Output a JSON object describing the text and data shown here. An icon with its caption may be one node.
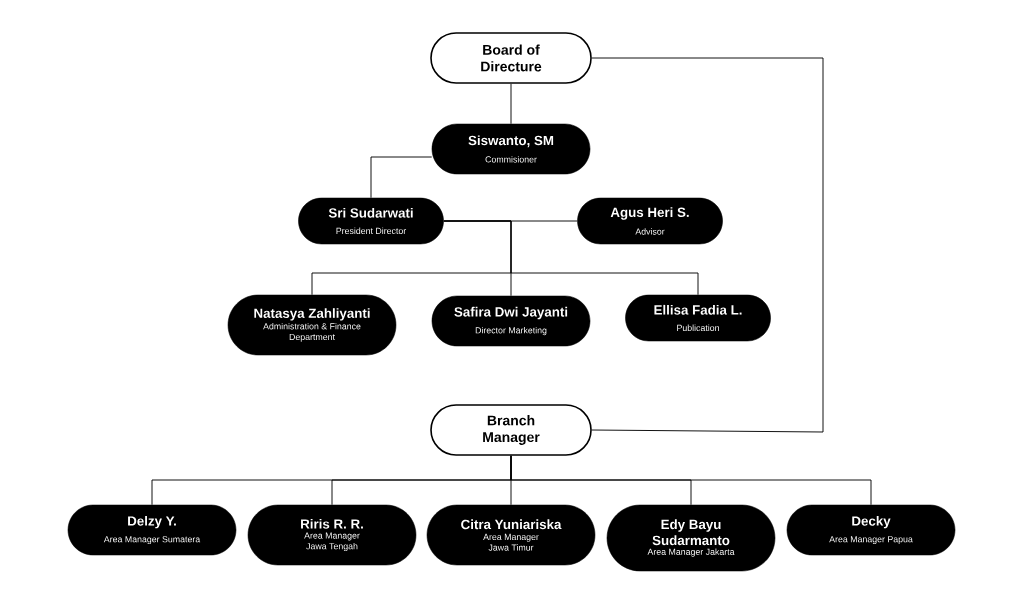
{
  "diagram": {
    "nodes": [
      {
        "text": [
          "Board of Directure"
        ]
      },
      {
        "text": [
          "Siswanto, SM",
          "Commisioner"
        ]
      },
      {
        "text": [
          "Sri Sudarwati",
          "President Director"
        ]
      },
      {
        "text": [
          "Agus Heri S.",
          "Advisor"
        ]
      },
      {
        "text": [
          "Natasya Zahliyanti",
          "Administration & Finance Department"
        ]
      },
      {
        "text": [
          "Safira Dwi Jayanti",
          "Director Marketing"
        ]
      },
      {
        "text": [
          "Ellisa Fadia L.",
          "Publication"
        ]
      },
      {
        "text": [
          "Branch Manager"
        ]
      },
      {
        "text": [
          "Delzy Y.",
          "Area Manager Sumatera"
        ]
      },
      {
        "text": [
          "Riris R. R.",
          "Area Manager Jawa Tengah"
        ]
      },
      {
        "text": [
          "Citra Yuniariska",
          "Area Manager Jawa Timur"
        ]
      },
      {
        "text": [
          "Edy Bayu Sudarmanto",
          "Area Manager Jakarta"
        ]
      },
      {
        "text": [
          "Decky",
          "Area Manager Papua"
        ]
      }
    ],
    "edges": [
      {
        "from": 0,
        "to": 1,
        "arrow": "none"
      },
      {
        "from": 1,
        "to": 2,
        "arrow": "none"
      },
      {
        "from": 2,
        "to": 3,
        "arrow": "none"
      },
      {
        "from": 2,
        "to": 4,
        "arrow": "none"
      },
      {
        "from": 2,
        "to": 5,
        "arrow": "none"
      },
      {
        "from": 2,
        "to": 6,
        "arrow": "none"
      },
      {
        "from": 0,
        "to": 7,
        "arrow": "none"
      },
      {
        "from": 7,
        "to": 8,
        "arrow": "none"
      },
      {
        "from": 7,
        "to": 9,
        "arrow": "none"
      },
      {
        "from": 7,
        "to": 10,
        "arrow": "none"
      },
      {
        "from": 7,
        "to": 11,
        "arrow": "none"
      },
      {
        "from": 7,
        "to": 12,
        "arrow": "none"
      }
    ]
  }
}
